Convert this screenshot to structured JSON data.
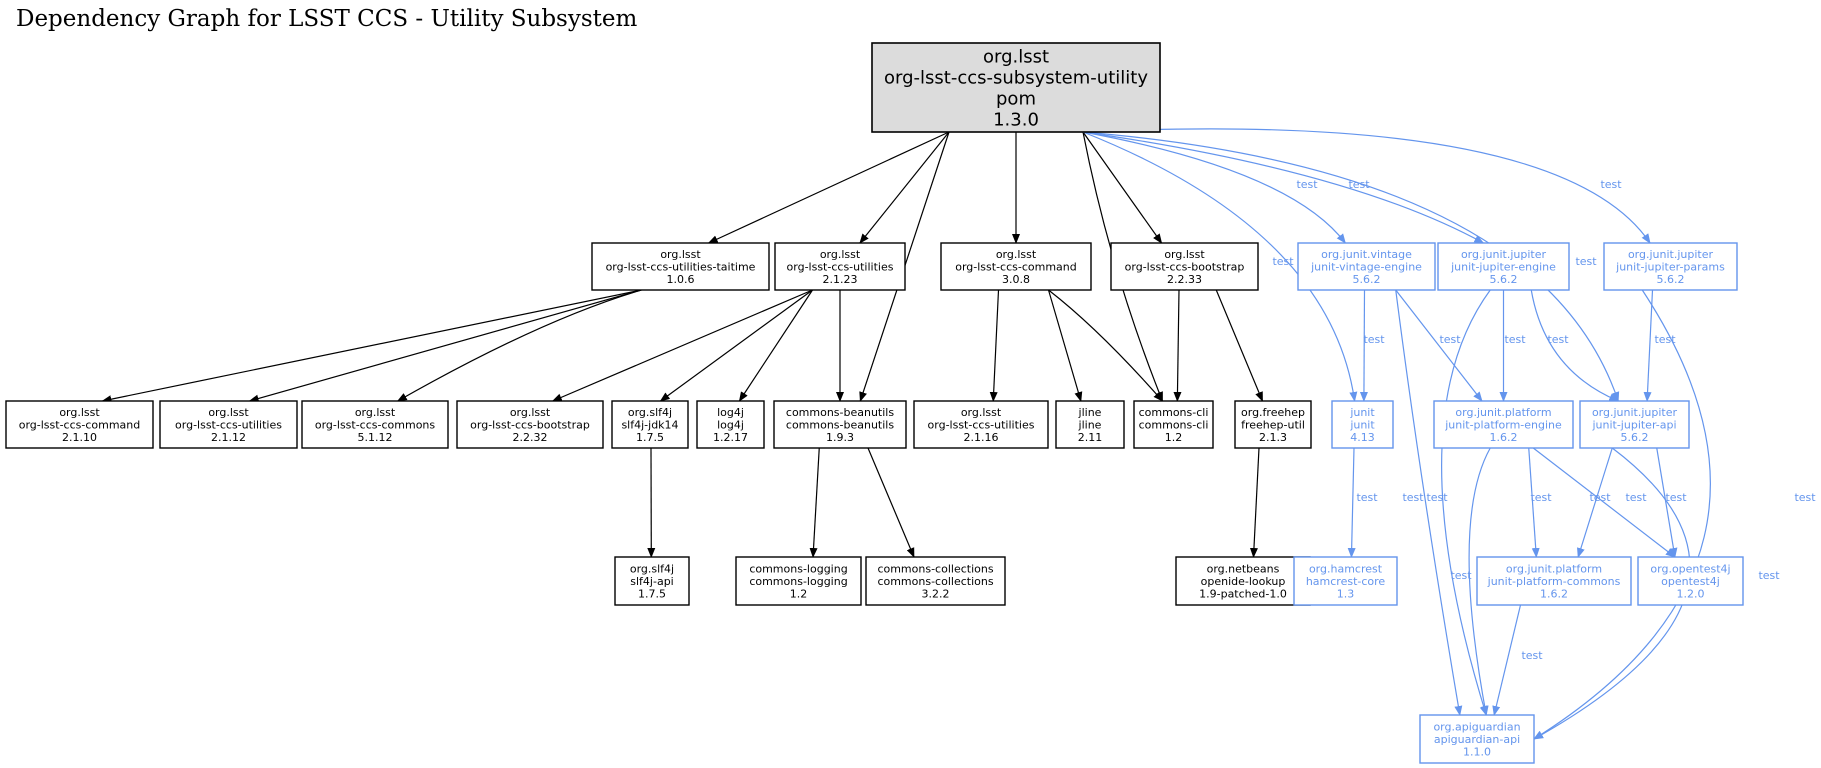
{
  "title": "Dependency Graph for LSST CCS - Utility Subsystem",
  "colors": {
    "compile": "#000000",
    "test": "#6495ED",
    "root_fill": "#dcdcdc",
    "node_fill": "#ffffff"
  },
  "root": {
    "id": "root",
    "lines": [
      "org.lsst",
      "org-lsst-ccs-subsystem-utility",
      "pom",
      "1.3.0"
    ]
  },
  "nodes": [
    {
      "id": "taitime",
      "kind": "compile",
      "lines": [
        "org.lsst",
        "org-lsst-ccs-utilities-taitime",
        "1.0.6"
      ]
    },
    {
      "id": "utilities2123",
      "kind": "compile",
      "lines": [
        "org.lsst",
        "org-lsst-ccs-utilities",
        "2.1.23"
      ]
    },
    {
      "id": "command308",
      "kind": "compile",
      "lines": [
        "org.lsst",
        "org-lsst-ccs-command",
        "3.0.8"
      ]
    },
    {
      "id": "bootstrap2233",
      "kind": "compile",
      "lines": [
        "org.lsst",
        "org-lsst-ccs-bootstrap",
        "2.2.33"
      ]
    },
    {
      "id": "vintage",
      "kind": "test",
      "lines": [
        "org.junit.vintage",
        "junit-vintage-engine",
        "5.6.2"
      ]
    },
    {
      "id": "jupengine",
      "kind": "test",
      "lines": [
        "org.junit.jupiter",
        "junit-jupiter-engine",
        "5.6.2"
      ]
    },
    {
      "id": "jupparams",
      "kind": "test",
      "lines": [
        "org.junit.jupiter",
        "junit-jupiter-params",
        "5.6.2"
      ]
    },
    {
      "id": "command2110",
      "kind": "compile",
      "lines": [
        "org.lsst",
        "org-lsst-ccs-command",
        "2.1.10"
      ]
    },
    {
      "id": "utilities2112",
      "kind": "compile",
      "lines": [
        "org.lsst",
        "org-lsst-ccs-utilities",
        "2.1.12"
      ]
    },
    {
      "id": "commons5112",
      "kind": "compile",
      "lines": [
        "org.lsst",
        "org-lsst-ccs-commons",
        "5.1.12"
      ]
    },
    {
      "id": "bootstrap2232",
      "kind": "compile",
      "lines": [
        "org.lsst",
        "org-lsst-ccs-bootstrap",
        "2.2.32"
      ]
    },
    {
      "id": "slf4jjdk",
      "kind": "compile",
      "lines": [
        "org.slf4j",
        "slf4j-jdk14",
        "1.7.5"
      ]
    },
    {
      "id": "log4j",
      "kind": "compile",
      "lines": [
        "log4j",
        "log4j",
        "1.2.17"
      ]
    },
    {
      "id": "beanutils",
      "kind": "compile",
      "lines": [
        "commons-beanutils",
        "commons-beanutils",
        "1.9.3"
      ]
    },
    {
      "id": "utilities2116",
      "kind": "compile",
      "lines": [
        "org.lsst",
        "org-lsst-ccs-utilities",
        "2.1.16"
      ]
    },
    {
      "id": "jline",
      "kind": "compile",
      "lines": [
        "jline",
        "jline",
        "2.11"
      ]
    },
    {
      "id": "commonscli",
      "kind": "compile",
      "lines": [
        "commons-cli",
        "commons-cli",
        "1.2"
      ]
    },
    {
      "id": "freehep",
      "kind": "compile",
      "lines": [
        "org.freehep",
        "freehep-util",
        "2.1.3"
      ]
    },
    {
      "id": "junit",
      "kind": "test",
      "lines": [
        "junit",
        "junit",
        "4.13"
      ]
    },
    {
      "id": "platengine",
      "kind": "test",
      "lines": [
        "org.junit.platform",
        "junit-platform-engine",
        "1.6.2"
      ]
    },
    {
      "id": "jupapi",
      "kind": "test",
      "lines": [
        "org.junit.jupiter",
        "junit-jupiter-api",
        "5.6.2"
      ]
    },
    {
      "id": "slf4japi",
      "kind": "compile",
      "lines": [
        "org.slf4j",
        "slf4j-api",
        "1.7.5"
      ]
    },
    {
      "id": "logging",
      "kind": "compile",
      "lines": [
        "commons-logging",
        "commons-logging",
        "1.2"
      ]
    },
    {
      "id": "collections",
      "kind": "compile",
      "lines": [
        "commons-collections",
        "commons-collections",
        "3.2.2"
      ]
    },
    {
      "id": "openide",
      "kind": "compile",
      "lines": [
        "org.netbeans",
        "openide-lookup",
        "1.9-patched-1.0"
      ]
    },
    {
      "id": "hamcrest",
      "kind": "test",
      "lines": [
        "org.hamcrest",
        "hamcrest-core",
        "1.3"
      ]
    },
    {
      "id": "platcommons",
      "kind": "test",
      "lines": [
        "org.junit.platform",
        "junit-platform-commons",
        "1.6.2"
      ]
    },
    {
      "id": "opentest4j",
      "kind": "test",
      "lines": [
        "org.opentest4j",
        "opentest4j",
        "1.2.0"
      ]
    },
    {
      "id": "apiguardian",
      "kind": "test",
      "lines": [
        "org.apiguardian",
        "apiguardian-api",
        "1.1.0"
      ]
    }
  ],
  "edges": [
    {
      "from": "root",
      "to": "taitime",
      "kind": "compile"
    },
    {
      "from": "root",
      "to": "utilities2123",
      "kind": "compile"
    },
    {
      "from": "root",
      "to": "beanutils",
      "kind": "compile"
    },
    {
      "from": "root",
      "to": "command308",
      "kind": "compile"
    },
    {
      "from": "root",
      "to": "commonscli",
      "kind": "compile"
    },
    {
      "from": "root",
      "to": "bootstrap2233",
      "kind": "compile"
    },
    {
      "from": "root",
      "to": "junit",
      "kind": "test",
      "label": "test"
    },
    {
      "from": "root",
      "to": "vintage",
      "kind": "test",
      "label": "test"
    },
    {
      "from": "root",
      "to": "jupengine",
      "kind": "test",
      "label": "test"
    },
    {
      "from": "root",
      "to": "jupapi",
      "kind": "test",
      "label": "test"
    },
    {
      "from": "root",
      "to": "jupparams",
      "kind": "test",
      "label": "test"
    },
    {
      "from": "taitime",
      "to": "command2110",
      "kind": "compile"
    },
    {
      "from": "taitime",
      "to": "utilities2112",
      "kind": "compile"
    },
    {
      "from": "taitime",
      "to": "commons5112",
      "kind": "compile"
    },
    {
      "from": "utilities2123",
      "to": "bootstrap2232",
      "kind": "compile"
    },
    {
      "from": "utilities2123",
      "to": "slf4jjdk",
      "kind": "compile"
    },
    {
      "from": "utilities2123",
      "to": "log4j",
      "kind": "compile"
    },
    {
      "from": "utilities2123",
      "to": "beanutils",
      "kind": "compile"
    },
    {
      "from": "command308",
      "to": "utilities2116",
      "kind": "compile"
    },
    {
      "from": "command308",
      "to": "jline",
      "kind": "compile"
    },
    {
      "from": "command308",
      "to": "commonscli",
      "kind": "compile"
    },
    {
      "from": "bootstrap2233",
      "to": "commonscli",
      "kind": "compile"
    },
    {
      "from": "bootstrap2233",
      "to": "freehep",
      "kind": "compile"
    },
    {
      "from": "vintage",
      "to": "junit",
      "kind": "test",
      "label": "test"
    },
    {
      "from": "vintage",
      "to": "platengine",
      "kind": "test",
      "label": "test"
    },
    {
      "from": "vintage",
      "to": "apiguardian",
      "kind": "test",
      "label": "test"
    },
    {
      "from": "jupengine",
      "to": "platengine",
      "kind": "test",
      "label": "test"
    },
    {
      "from": "jupengine",
      "to": "jupapi",
      "kind": "test",
      "label": "test"
    },
    {
      "from": "jupengine",
      "to": "apiguardian",
      "kind": "test",
      "label": "test"
    },
    {
      "from": "jupparams",
      "to": "jupapi",
      "kind": "test",
      "label": "test"
    },
    {
      "from": "jupparams",
      "to": "apiguardian",
      "kind": "test",
      "label": "test"
    },
    {
      "from": "slf4jjdk",
      "to": "slf4japi",
      "kind": "compile"
    },
    {
      "from": "beanutils",
      "to": "logging",
      "kind": "compile"
    },
    {
      "from": "beanutils",
      "to": "collections",
      "kind": "compile"
    },
    {
      "from": "freehep",
      "to": "openide",
      "kind": "compile"
    },
    {
      "from": "junit",
      "to": "hamcrest",
      "kind": "test",
      "label": "test"
    },
    {
      "from": "platengine",
      "to": "platcommons",
      "kind": "test",
      "label": "test"
    },
    {
      "from": "platengine",
      "to": "opentest4j",
      "kind": "test",
      "label": "test"
    },
    {
      "from": "platengine",
      "to": "apiguardian",
      "kind": "test",
      "label": "test"
    },
    {
      "from": "jupapi",
      "to": "platcommons",
      "kind": "test",
      "label": "test"
    },
    {
      "from": "jupapi",
      "to": "opentest4j",
      "kind": "test",
      "label": "test"
    },
    {
      "from": "jupapi",
      "to": "apiguardian",
      "kind": "test",
      "label": "test"
    },
    {
      "from": "platcommons",
      "to": "apiguardian",
      "kind": "test",
      "label": "test"
    }
  ]
}
